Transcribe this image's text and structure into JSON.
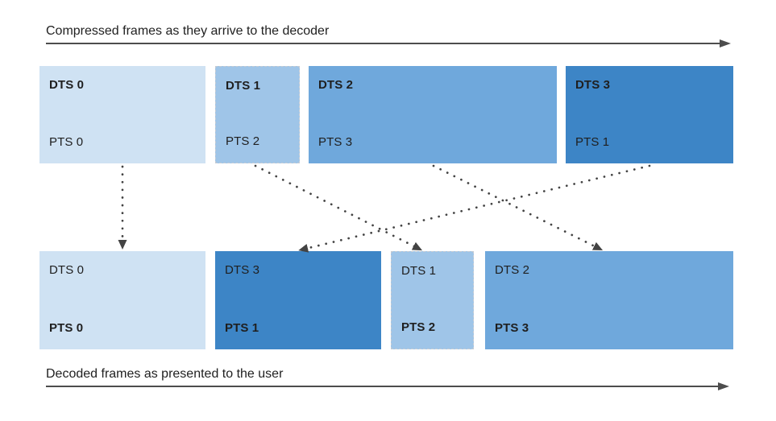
{
  "diagram": {
    "top_axis": {
      "label": "Compressed frames as they arrive to the decoder"
    },
    "bottom_axis": {
      "label": "Decoded frames as presented to the user"
    },
    "colors": {
      "frame_blue_lightest": "#cfe2f3",
      "frame_blue_light": "#9fc5e8",
      "frame_blue_medium": "#6fa8dc",
      "frame_blue_dark": "#3d85c6",
      "connector": "#434343",
      "axis_line": "#4d4d4d",
      "text": "#212121"
    },
    "top_row": {
      "frames": [
        {
          "dts": "DTS 0",
          "pts": "PTS 0",
          "color": "#cfe2f3"
        },
        {
          "dts": "DTS 1",
          "pts": "PTS 2",
          "color": "#9fc5e8"
        },
        {
          "dts": "DTS 2",
          "pts": "PTS 3",
          "color": "#6fa8dc"
        },
        {
          "dts": "DTS 3",
          "pts": "PTS 1",
          "color": "#3d85c6"
        }
      ]
    },
    "bottom_row": {
      "frames": [
        {
          "dts": "DTS 0",
          "pts": "PTS 0",
          "color": "#cfe2f3"
        },
        {
          "dts": "DTS 3",
          "pts": "PTS 1",
          "color": "#3d85c6"
        },
        {
          "dts": "DTS 1",
          "pts": "PTS 2",
          "color": "#9fc5e8"
        },
        {
          "dts": "DTS 2",
          "pts": "PTS 3",
          "color": "#6fa8dc"
        }
      ]
    }
  }
}
